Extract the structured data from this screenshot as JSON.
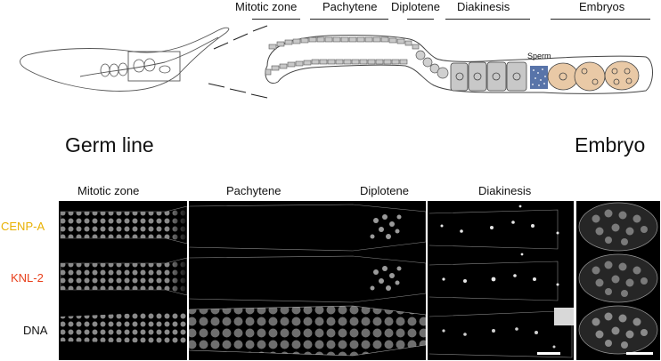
{
  "colors": {
    "cenpa": "#E8B000",
    "knl2": "#E8401C",
    "dna": "#111111",
    "embryo_fill": "#E9C9A6",
    "sperm": "#3B5C9A",
    "nucleus_gray": "#C8C8C8"
  },
  "diagram": {
    "stages": [
      "Mitotic zone",
      "Pachytene",
      "Diplotene",
      "Diakinesis",
      "Embryos"
    ],
    "sperm_label": "Sperm"
  },
  "sections": {
    "germ_line": "Germ line",
    "embryo": "Embryo"
  },
  "micrograph": {
    "columns": [
      "Mitotic zone",
      "Pachytene",
      "Diplotene",
      "Diakinesis"
    ],
    "rows": [
      "CENP-A",
      "KNL-2",
      "DNA"
    ]
  }
}
